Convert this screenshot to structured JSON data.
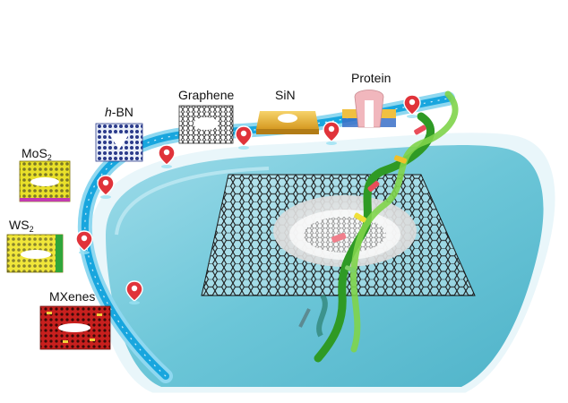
{
  "figure": {
    "materials": [
      {
        "id": "mos2",
        "label_main": "MoS",
        "label_sub": "2",
        "label_italic": ""
      },
      {
        "id": "ws2",
        "label_main": "WS",
        "label_sub": "2",
        "label_italic": ""
      },
      {
        "id": "hbn",
        "label_main": "-BN",
        "label_sub": "",
        "label_italic": "h"
      },
      {
        "id": "graphene",
        "label_main": "Graphene",
        "label_sub": "",
        "label_italic": ""
      },
      {
        "id": "sin",
        "label_main": "SiN",
        "label_sub": "",
        "label_italic": ""
      },
      {
        "id": "protein",
        "label_main": "Protein",
        "label_sub": "",
        "label_italic": ""
      },
      {
        "id": "mxenes",
        "label_main": "MXenes",
        "label_sub": "",
        "label_italic": ""
      }
    ],
    "colors": {
      "path_light": "#8fd8f0",
      "path_blue": "#18a6de",
      "water": "#6cc6d8",
      "water_dark": "#3aa7be",
      "lattice": "#1a1a1a",
      "dna_green": "#4fbe3a",
      "pin_red": "#e0333a",
      "mos2_fill": "#e9e02a",
      "ws2_fill": "#f0e63a",
      "mxene_fill": "#c8201e",
      "sin_fill": "#e8b53a",
      "hbn_fill": "#2a3a8a"
    },
    "icons": [
      "location-pin-icon",
      "graphene-lattice-icon",
      "dna-helix-icon",
      "protein-pore-icon"
    ]
  }
}
